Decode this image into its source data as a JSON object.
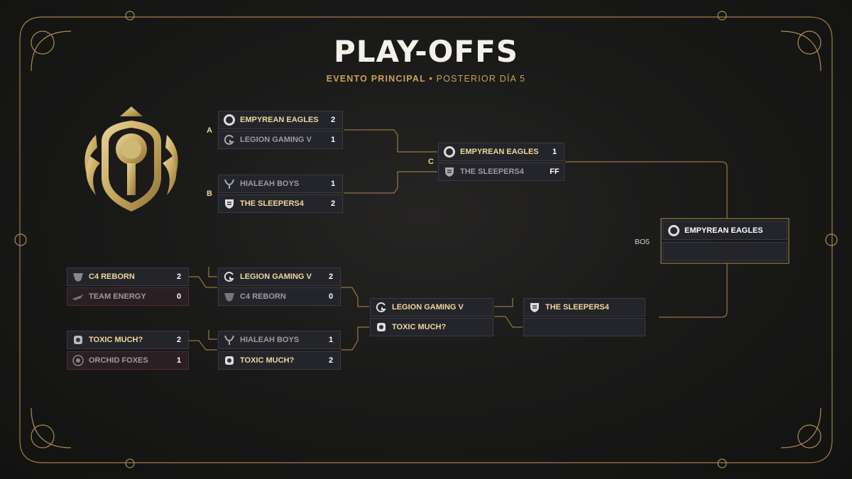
{
  "header": {
    "title": "PLAY-OFFS",
    "subtitle_main": "EVENTO PRINCIPAL •",
    "subtitle_day": "POSTERIOR DÍA 5"
  },
  "labels": {
    "a": "A",
    "b": "B",
    "c": "C",
    "bo": "BO5"
  },
  "colors": {
    "gold": "#c8a257",
    "panel": "#24252b",
    "loss_panel": "#2b1f24",
    "background": "#1a1a19"
  },
  "upper": {
    "match_a": [
      {
        "team": "EMPYREAN EAGLES",
        "score": "2",
        "icon": "eagle-crest-icon"
      },
      {
        "team": "LEGION GAMING V",
        "score": "1",
        "icon": "legion-g-icon"
      }
    ],
    "match_b": [
      {
        "team": "HIALEAH BOYS",
        "score": "1",
        "icon": "horns-icon"
      },
      {
        "team": "THE SLEEPERS4",
        "score": "2",
        "icon": "shield-icon"
      }
    ],
    "match_c": [
      {
        "team": "EMPYREAN EAGLES",
        "score": "1",
        "icon": "eagle-crest-icon"
      },
      {
        "team": "THE SLEEPERS4",
        "score": "FF",
        "icon": "shield-icon"
      }
    ]
  },
  "final": {
    "team1": "EMPYREAN EAGLES",
    "team2": ""
  },
  "lower": {
    "r1_a": [
      {
        "team": "C4 REBORN",
        "score": "2",
        "icon": "c4-skull-icon"
      },
      {
        "team": "TEAM ENERGY",
        "score": "0",
        "icon": "wing-icon"
      }
    ],
    "r1_b": [
      {
        "team": "TOXIC MUCH?",
        "score": "2",
        "icon": "toxic-icon"
      },
      {
        "team": "ORCHID FOXES",
        "score": "1",
        "icon": "orchid-icon"
      }
    ],
    "r2_a": [
      {
        "team": "LEGION GAMING V",
        "score": "2",
        "icon": "legion-g-icon"
      },
      {
        "team": "C4 REBORN",
        "score": "0",
        "icon": "c4-skull-icon"
      }
    ],
    "r2_b": [
      {
        "team": "HIALEAH BOYS",
        "score": "1",
        "icon": "horns-icon"
      },
      {
        "team": "TOXIC MUCH?",
        "score": "2",
        "icon": "toxic-icon"
      }
    ],
    "r3": [
      {
        "team": "LEGION GAMING V",
        "score": "",
        "icon": "legion-g-icon"
      },
      {
        "team": "TOXIC MUCH?",
        "score": "",
        "icon": "toxic-icon"
      }
    ],
    "r4": [
      {
        "team": "THE SLEEPERS4",
        "score": "",
        "icon": "shield-icon"
      },
      {
        "team": "",
        "score": "",
        "icon": ""
      }
    ]
  }
}
